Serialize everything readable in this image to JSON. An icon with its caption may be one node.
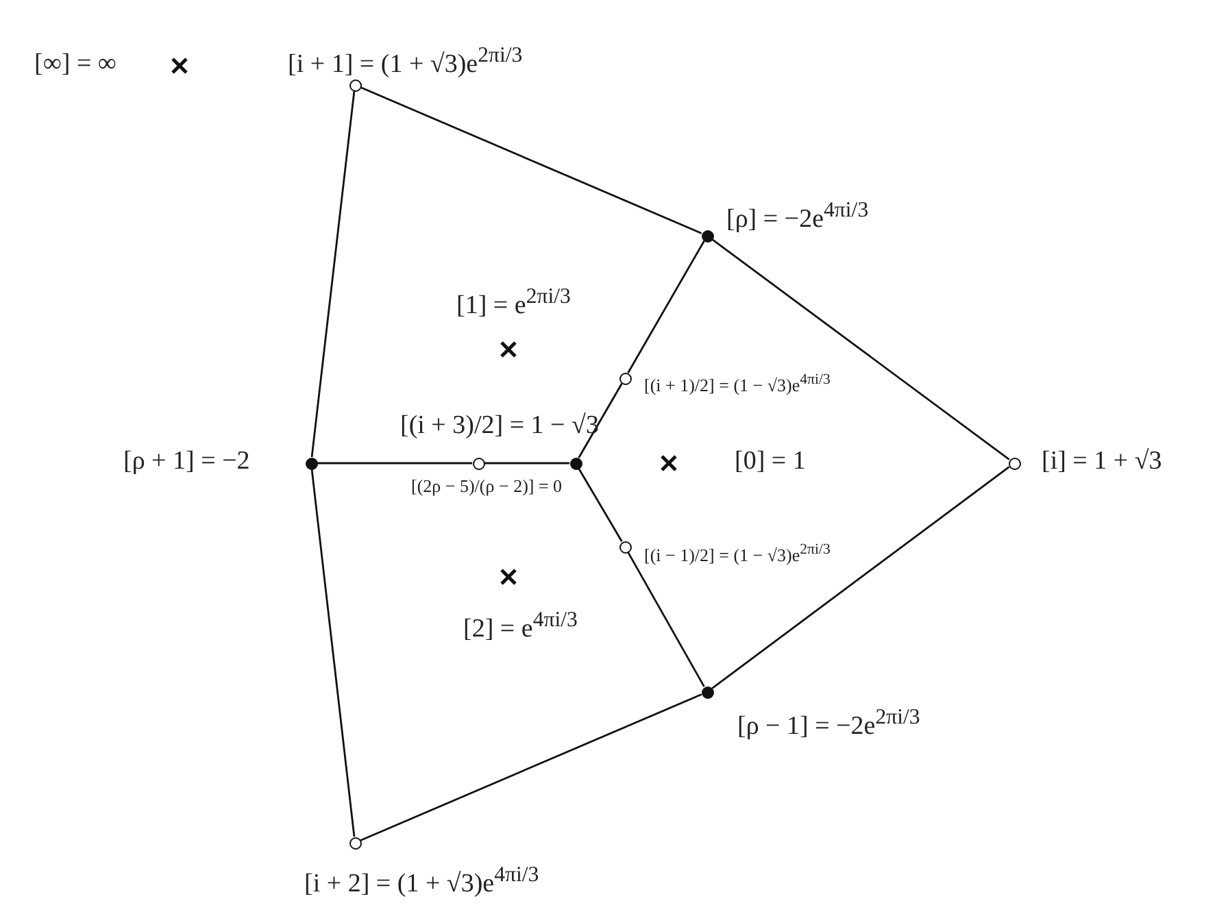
{
  "diagram": {
    "nodes": [
      {
        "text": [
          "[i + 1] = (1 + √3)e$^{2πi/3}$"
        ]
      },
      {
        "text": [
          "[ρ] = −2e$^{4πi/3}$"
        ]
      },
      {
        "text": [
          "[i] = 1 + √3"
        ]
      },
      {
        "text": [
          "[ρ − 1] = −2e$^{2πi/3}$"
        ]
      },
      {
        "text": [
          "[i + 2] = (1 + √3)e$^{4πi/3}$"
        ]
      },
      {
        "text": [
          "[ρ + 1] = −2"
        ]
      },
      {
        "text": [
          "[(i + 3)/2] = 1 − √3"
        ]
      },
      {
        "text": [
          "[(2ρ − 5)/(ρ − 2)] = 0"
        ]
      },
      {
        "text": [
          "[(i + 1)/2] = (1 − √3)e$^{4πi/3}$"
        ]
      },
      {
        "text": [
          "[(i − 1)/2] = (1 − √3)e$^{2πi/3}$"
        ]
      }
    ],
    "edges": [
      {
        "from": 0,
        "to": 1,
        "arrow": "none"
      },
      {
        "from": 1,
        "to": 2,
        "arrow": "none"
      },
      {
        "from": 2,
        "to": 3,
        "arrow": "none"
      },
      {
        "from": 3,
        "to": 4,
        "arrow": "none"
      },
      {
        "from": 4,
        "to": 5,
        "arrow": "none"
      },
      {
        "from": 5,
        "to": 0,
        "arrow": "none"
      },
      {
        "from": 5,
        "to": 6,
        "arrow": "none"
      },
      {
        "from": 6,
        "to": 7,
        "arrow": "none"
      },
      {
        "from": 7,
        "to": 8,
        "arrow": "none"
      },
      {
        "from": 8,
        "to": 1,
        "arrow": "none"
      },
      {
        "from": 7,
        "to": 9,
        "arrow": "none"
      },
      {
        "from": 9,
        "to": 3,
        "arrow": "none"
      }
    ],
    "labels": [
      "[∞] = ∞",
      "[1] = e$^{2πi/3}$",
      "[0] = 1",
      "[2] = e$^{4πi/3}$"
    ]
  }
}
